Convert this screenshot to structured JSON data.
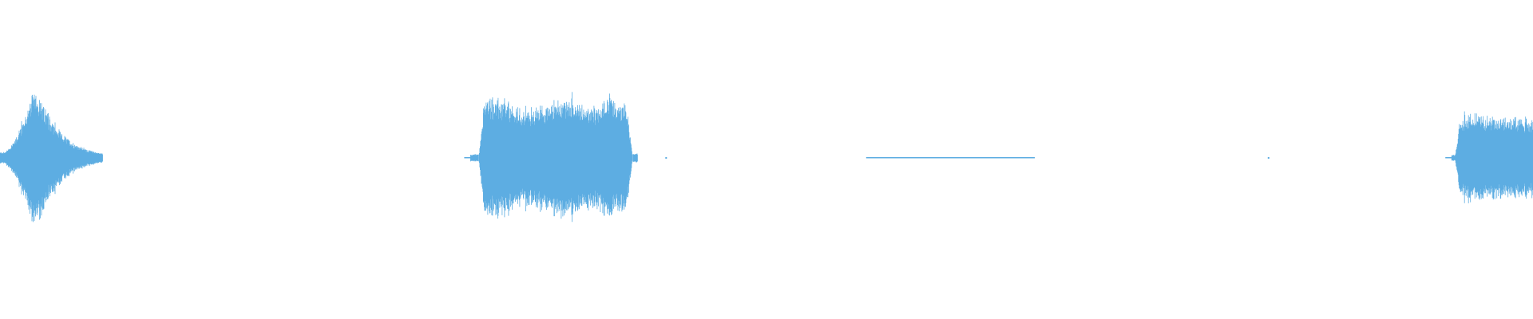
{
  "waveform": {
    "color": "#5dade2",
    "background": "#ffffff",
    "segments": [
      {
        "name": "segment-1",
        "start": 0.0,
        "end": 0.067,
        "peak": 0.96,
        "envelope": "sharp-attack-decay",
        "peakAt": 0.023
      },
      {
        "name": "segment-2",
        "start": 0.307,
        "end": 0.416,
        "peak": 0.98,
        "envelope": "sustained",
        "peakAt": 0.396
      },
      {
        "name": "segment-3",
        "start": 0.565,
        "end": 0.675,
        "peak": 0.008,
        "envelope": "flat-line"
      },
      {
        "name": "segment-4",
        "start": 0.947,
        "end": 1.0,
        "peak": 0.8,
        "envelope": "sustained-rise"
      }
    ],
    "ticks": [
      {
        "at": 0.434,
        "amp": 0.01
      },
      {
        "at": 0.827,
        "amp": 0.01
      }
    ]
  }
}
